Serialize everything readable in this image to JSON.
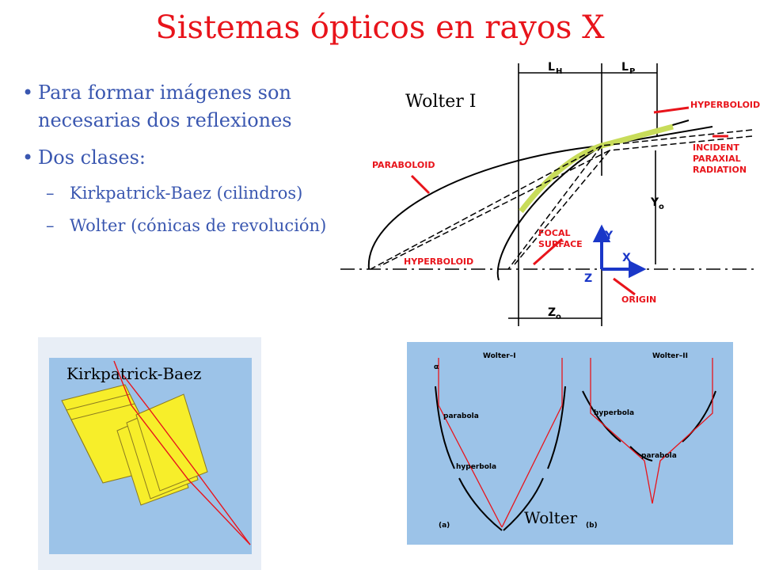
{
  "slide": {
    "title": "Sistemas ópticos en rayos X",
    "bullets": [
      {
        "text": "Para formar imágenes son necesarias dos reflexiones",
        "level": 1
      },
      {
        "text": "Dos clases:",
        "level": 1
      },
      {
        "text": "Kirkpatrick-Baez (cilindros)",
        "level": 2
      },
      {
        "text": "Wolter (cónicas de revolución)",
        "level": 2
      }
    ],
    "bullet_symbol": "•",
    "dash_symbol": "–"
  },
  "wolter_diagram": {
    "caption": "Wolter I",
    "labels": {
      "lh": "L",
      "lh_sub": "H",
      "lp": "L",
      "lp_sub": "P",
      "hyperboloid_top": "HYPERBOLOID",
      "incident_1": "INCIDENT",
      "incident_2": "PARAXIAL",
      "incident_3": "RADIATION",
      "paraboloid": "PARABOLOID",
      "y0": "Y",
      "y0_sub": "o",
      "focal_1": "FOCAL",
      "focal_2": "SURFACE",
      "hyperboloid_bottom": "HYPERBOLOID",
      "axis_y": "Y",
      "axis_x": "X",
      "axis_z": "Z",
      "origin": "ORIGIN",
      "z0": "Z",
      "z0_sub": "o"
    }
  },
  "kb_figure": {
    "caption": "Kirkpatrick-Baez"
  },
  "wolter_types": {
    "caption": "Wolter",
    "panel_a": {
      "title": "Wolter–I",
      "alpha": "α",
      "parabola": "parabola",
      "hyperbola": "hyperbola",
      "tag": "(a)"
    },
    "panel_b": {
      "title": "Wolter–II",
      "hyperbola": "hyperbola",
      "parabola": "parabola",
      "tag": "(b)"
    }
  },
  "colors": {
    "title": "#e8141b",
    "bullet_text": "#3a57b0",
    "diagram_red": "#e8141b",
    "diagram_blue": "#1a37c8",
    "highlight": "#c8dc5a",
    "figure_bg": "#9cc3e8",
    "mirror_yellow": "#f7ee2a"
  }
}
